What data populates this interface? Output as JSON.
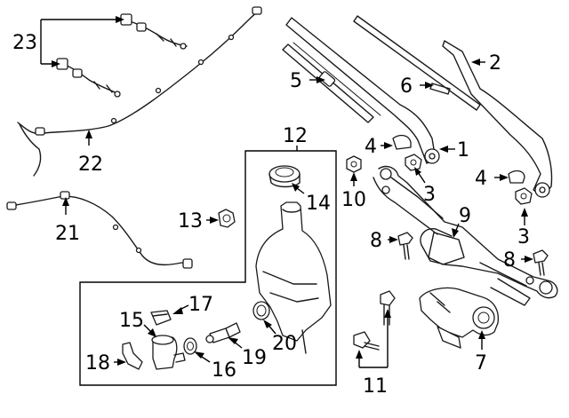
{
  "callouts": [
    {
      "id": "c1",
      "label": "1"
    },
    {
      "id": "c2",
      "label": "2"
    },
    {
      "id": "c3a",
      "label": "3"
    },
    {
      "id": "c3b",
      "label": "3"
    },
    {
      "id": "c4a",
      "label": "4"
    },
    {
      "id": "c4b",
      "label": "4"
    },
    {
      "id": "c5",
      "label": "5"
    },
    {
      "id": "c6",
      "label": "6"
    },
    {
      "id": "c7",
      "label": "7"
    },
    {
      "id": "c8a",
      "label": "8"
    },
    {
      "id": "c8b",
      "label": "8"
    },
    {
      "id": "c9",
      "label": "9"
    },
    {
      "id": "c10",
      "label": "10"
    },
    {
      "id": "c11",
      "label": "11"
    },
    {
      "id": "c12",
      "label": "12"
    },
    {
      "id": "c13",
      "label": "13"
    },
    {
      "id": "c14",
      "label": "14"
    },
    {
      "id": "c15",
      "label": "15"
    },
    {
      "id": "c16",
      "label": "16"
    },
    {
      "id": "c17",
      "label": "17"
    },
    {
      "id": "c18",
      "label": "18"
    },
    {
      "id": "c19",
      "label": "19"
    },
    {
      "id": "c20",
      "label": "20"
    },
    {
      "id": "c21",
      "label": "21"
    },
    {
      "id": "c22",
      "label": "22"
    },
    {
      "id": "c23",
      "label": "23"
    }
  ]
}
